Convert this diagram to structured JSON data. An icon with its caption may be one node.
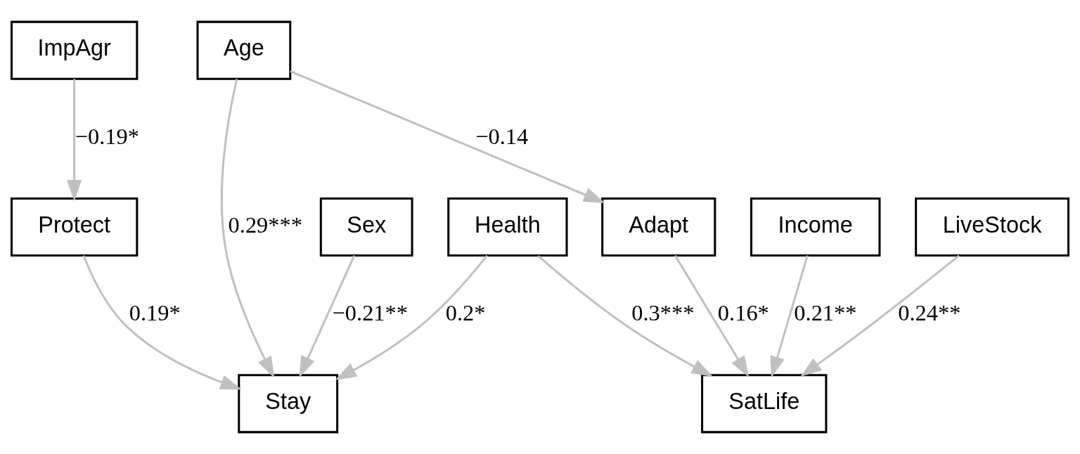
{
  "diagram": {
    "nodes": [
      {
        "text": [
          "ImpAgr"
        ]
      },
      {
        "text": [
          "Age"
        ]
      },
      {
        "text": [
          "Protect"
        ]
      },
      {
        "text": [
          "Sex"
        ]
      },
      {
        "text": [
          "Health"
        ]
      },
      {
        "text": [
          "Adapt"
        ]
      },
      {
        "text": [
          "Income"
        ]
      },
      {
        "text": [
          "LiveStock"
        ]
      },
      {
        "text": [
          "Stay"
        ]
      },
      {
        "text": [
          "SatLife"
        ]
      }
    ],
    "edges": [
      {
        "from": 0,
        "to": 2,
        "arrow": "to",
        "label": "−0.19*"
      },
      {
        "from": 1,
        "to": 5,
        "arrow": "to",
        "label": "−0.14"
      },
      {
        "from": 1,
        "to": 8,
        "arrow": "to",
        "label": "0.29***"
      },
      {
        "from": 2,
        "to": 8,
        "arrow": "to",
        "label": "0.19*"
      },
      {
        "from": 3,
        "to": 8,
        "arrow": "to",
        "label": "−0.21**"
      },
      {
        "from": 4,
        "to": 8,
        "arrow": "to",
        "label": "0.2*"
      },
      {
        "from": 4,
        "to": 9,
        "arrow": "to",
        "label": "0.3***"
      },
      {
        "from": 5,
        "to": 9,
        "arrow": "to",
        "label": "0.16*"
      },
      {
        "from": 6,
        "to": 9,
        "arrow": "to",
        "label": "0.21**"
      },
      {
        "from": 7,
        "to": 9,
        "arrow": "to",
        "label": "0.24**"
      }
    ]
  }
}
